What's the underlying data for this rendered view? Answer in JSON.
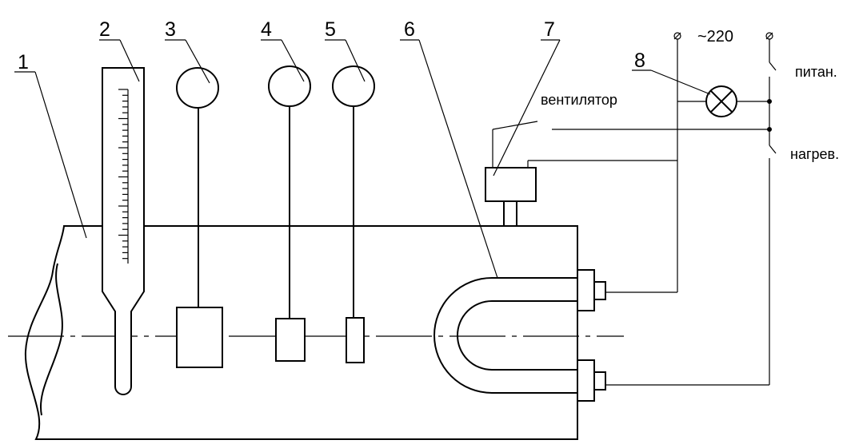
{
  "callouts": {
    "c1": "1",
    "c2": "2",
    "c3": "3",
    "c4": "4",
    "c5": "5",
    "c6": "6",
    "c7": "7",
    "c8": "8"
  },
  "circuit": {
    "voltage": "~220",
    "power_label": "питан.",
    "fan_label": "вентилятор",
    "heating_label": "нагрев."
  }
}
